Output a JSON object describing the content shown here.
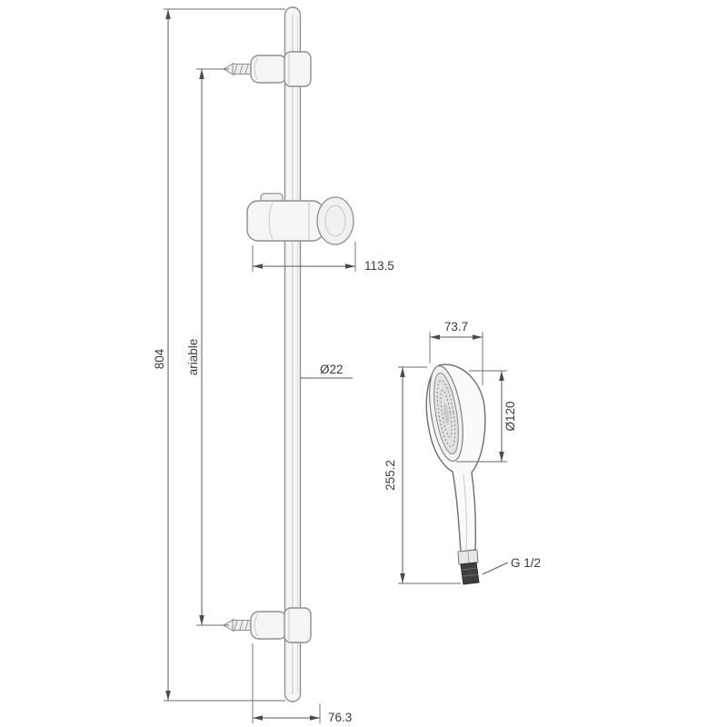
{
  "labels": {
    "rail_length": "804",
    "variable_span": "ariable",
    "slider_width": "113.5",
    "rail_diameter": "Ø22",
    "bracket_depth": "76.3",
    "head_top_width": "73.7",
    "head_diameter": "Ø120",
    "handshower_length": "255.2",
    "thread_size": "G 1/2"
  }
}
